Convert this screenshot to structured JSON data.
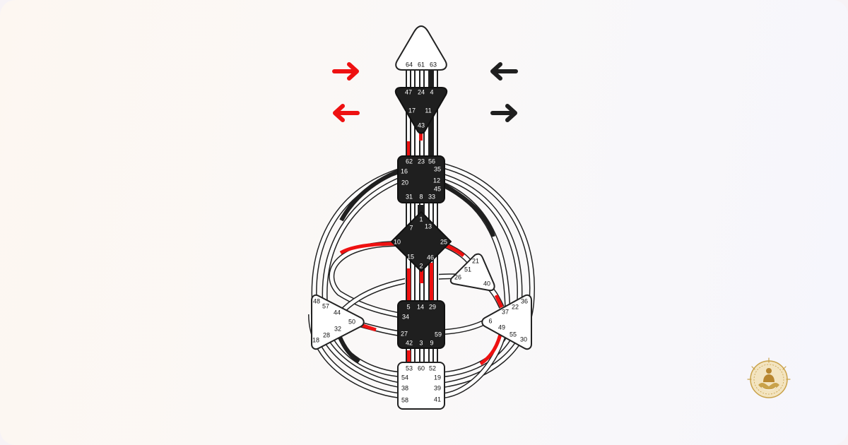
{
  "colors": {
    "design": "#ee1111",
    "personality": "#1f1f1f",
    "defined_center": "#1f1f1f",
    "open_center": "#ffffff",
    "brand_gold": "#c9a24a"
  },
  "arrows": {
    "left_top": "right-arrow-icon",
    "left_bottom": "left-arrow-icon",
    "right_top": "left-arrow-icon",
    "right_bottom": "right-arrow-icon"
  },
  "centers": {
    "head": {
      "defined": false,
      "gates": [
        "64",
        "61",
        "63"
      ]
    },
    "ajna": {
      "defined": true,
      "gates": [
        "47",
        "24",
        "4",
        "17",
        "11",
        "43"
      ]
    },
    "throat": {
      "defined": true,
      "gates": [
        "62",
        "23",
        "56",
        "16",
        "35",
        "20",
        "12",
        "45",
        "31",
        "8",
        "33"
      ]
    },
    "g": {
      "defined": true,
      "gates": [
        "1",
        "7",
        "13",
        "10",
        "25",
        "15",
        "46",
        "2"
      ]
    },
    "heart": {
      "defined": false,
      "gates": [
        "21",
        "51",
        "26",
        "40"
      ]
    },
    "spleen": {
      "defined": false,
      "gates": [
        "48",
        "57",
        "44",
        "50",
        "32",
        "28",
        "18"
      ]
    },
    "solar_plexus": {
      "defined": false,
      "gates": [
        "36",
        "22",
        "37",
        "6",
        "49",
        "55",
        "30"
      ]
    },
    "sacral": {
      "defined": true,
      "gates": [
        "5",
        "14",
        "29",
        "34",
        "27",
        "59",
        "42",
        "3",
        "9"
      ]
    },
    "root": {
      "defined": false,
      "gates": [
        "53",
        "60",
        "52",
        "54",
        "19",
        "38",
        "39",
        "58",
        "41"
      ]
    }
  },
  "logo": {
    "icon": "lotus-meditation-icon"
  }
}
